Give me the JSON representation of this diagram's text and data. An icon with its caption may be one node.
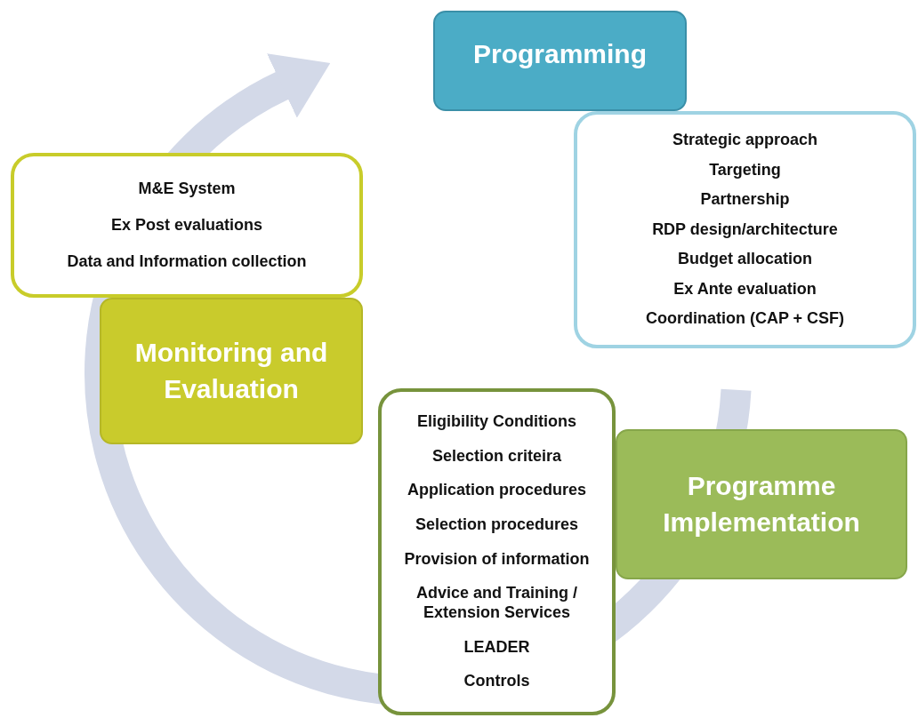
{
  "diagram": {
    "nodes": [
      {
        "text": [
          "Programming"
        ]
      },
      {
        "text": [
          "Strategic approach",
          "Targeting",
          "Partnership",
          "RDP design/architecture",
          "Budget allocation",
          "Ex Ante evaluation",
          "Coordination (CAP + CSF)"
        ]
      },
      {
        "text": [
          "M&E System",
          "Ex Post evaluations",
          "Data and Information collection"
        ]
      },
      {
        "text": [
          "Monitoring and Evaluation"
        ]
      },
      {
        "text": [
          "Eligibility Conditions",
          "Selection criteira",
          "Application procedures",
          "Selection procedures",
          "Provision of information",
          "Advice and Training / Extension Services",
          "LEADER",
          "Controls"
        ]
      },
      {
        "text": [
          "Programme Implementation"
        ]
      }
    ]
  }
}
